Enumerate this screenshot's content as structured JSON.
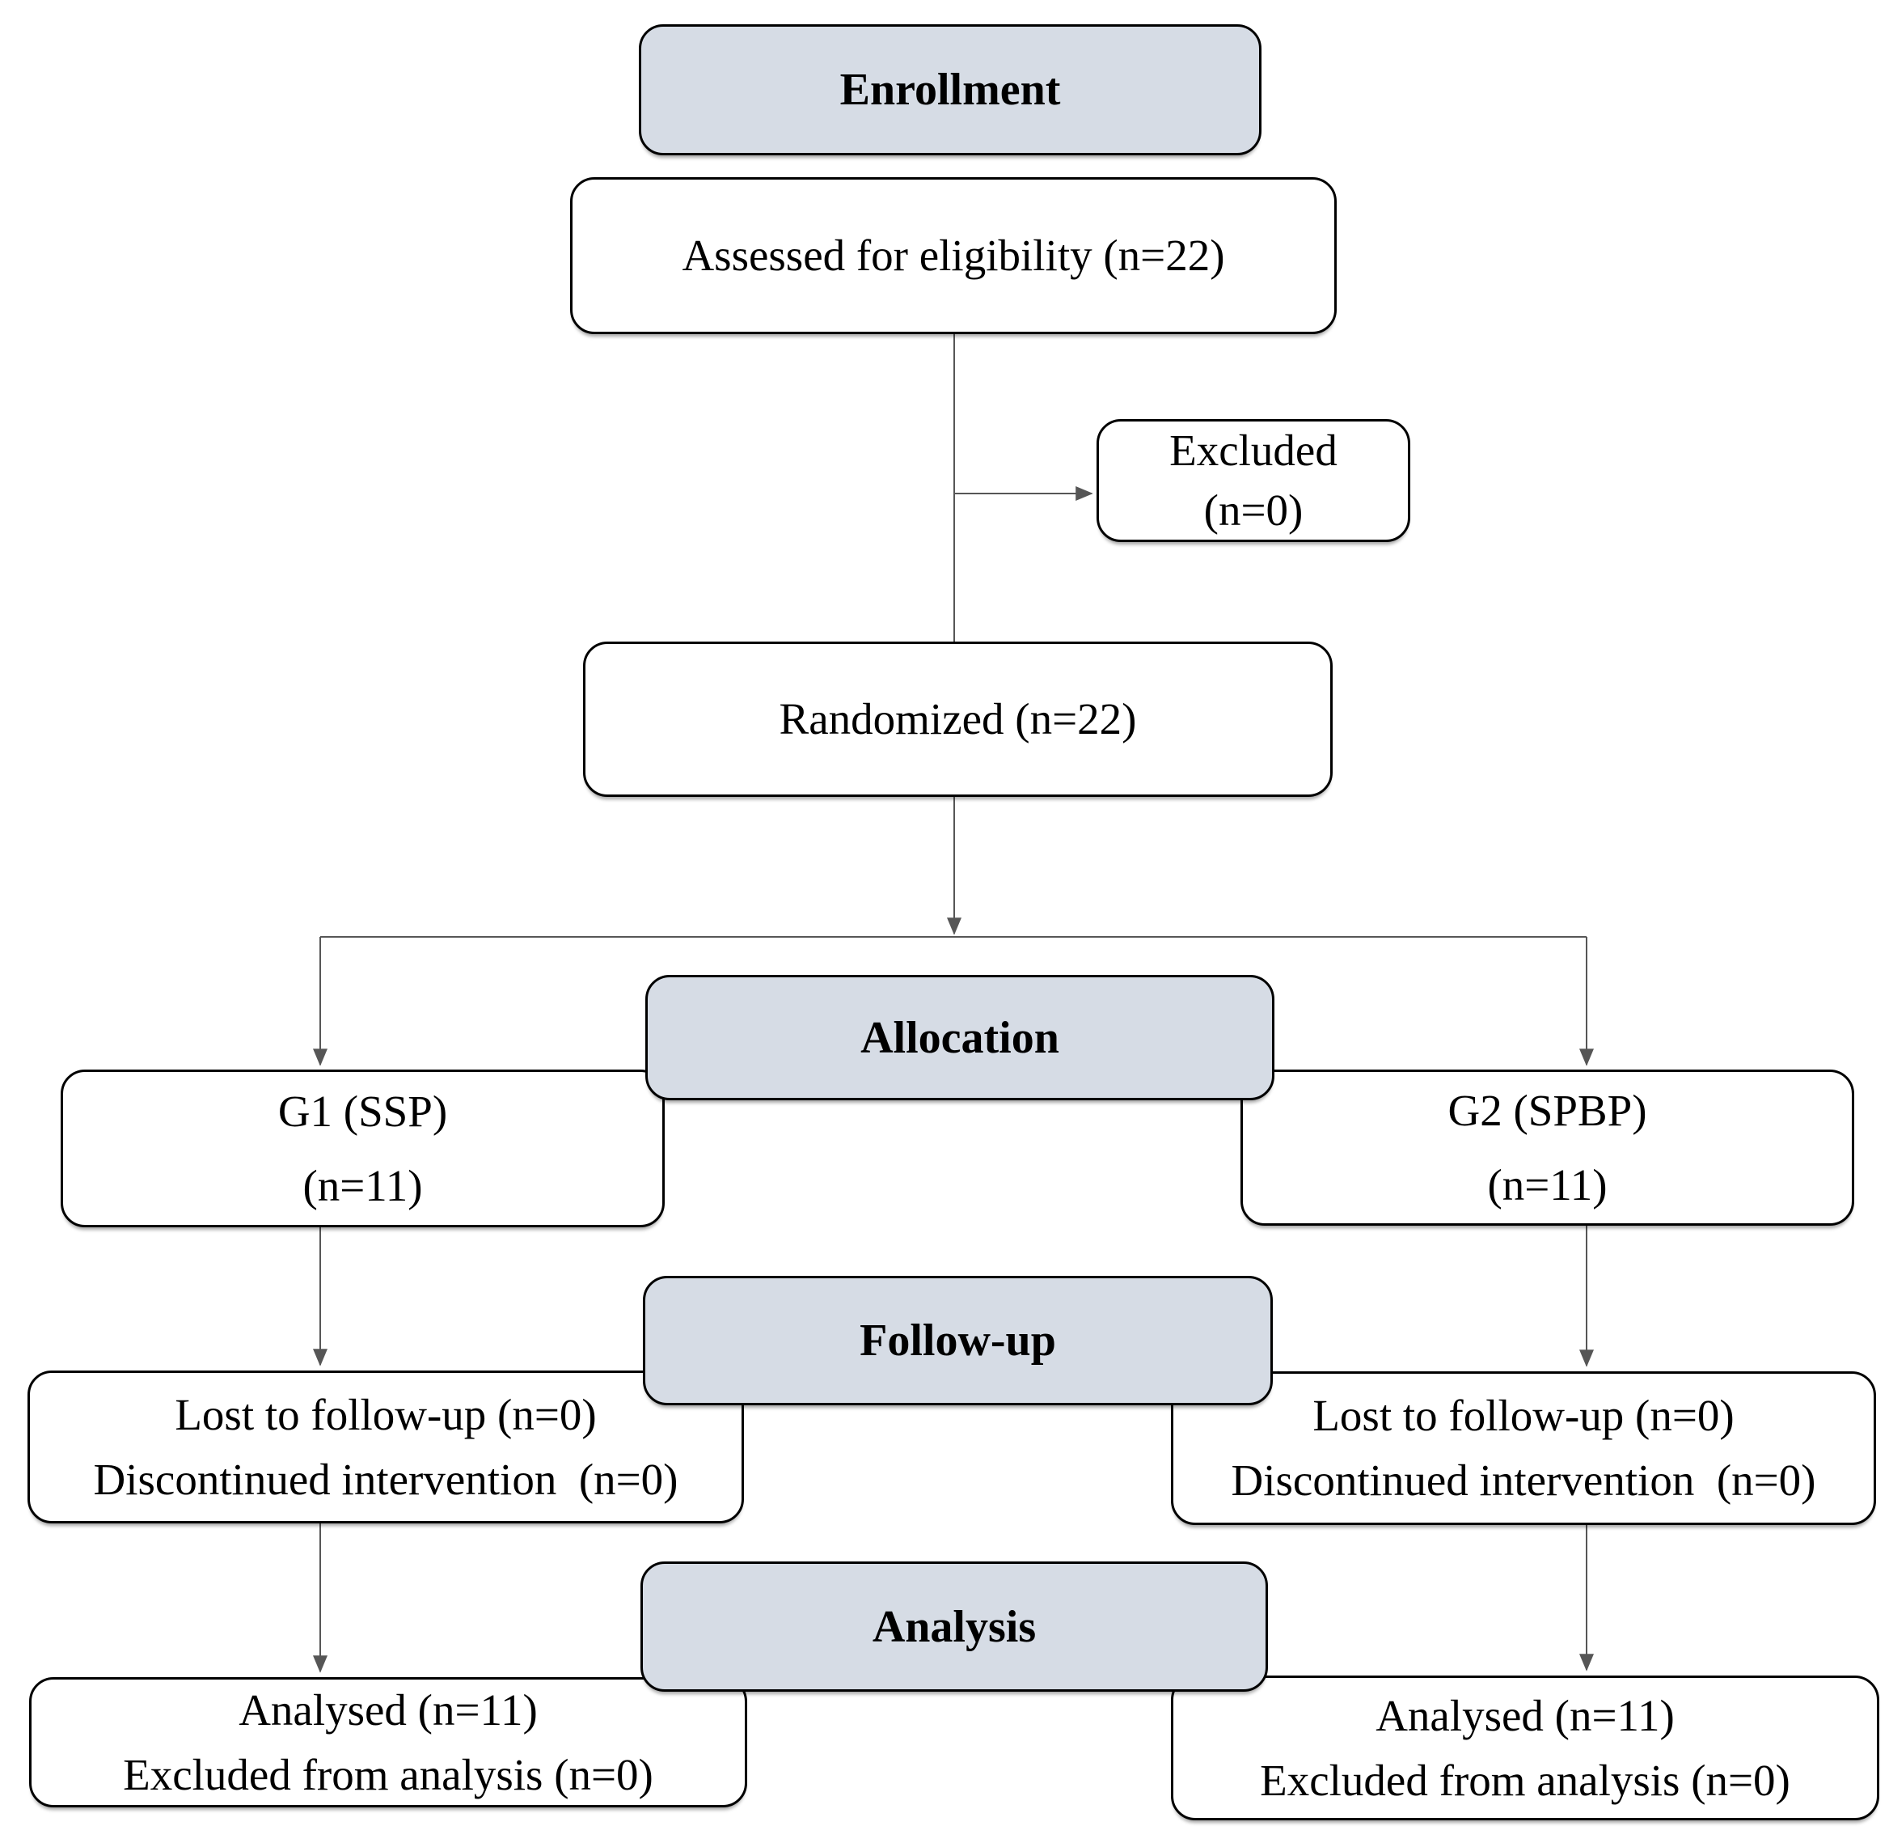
{
  "figure_type": "CONSORT flow diagram",
  "colors": {
    "header_fill": "#d6dce5",
    "box_fill": "#ffffff",
    "box_border": "#000000",
    "connector": "#565656",
    "text": "#000000"
  },
  "headers": {
    "enrollment": "Enrollment",
    "allocation": "Allocation",
    "followup": "Follow-up",
    "analysis": "Analysis"
  },
  "nodes": {
    "assessed": {
      "line1": "Assessed for eligibility (n=22)"
    },
    "excluded": {
      "line1": "Excluded",
      "line2": "(n=0)"
    },
    "randomized": {
      "line1": "Randomized (n=22)"
    },
    "group1": {
      "line1": "G1 (SSP)",
      "line2": "(n=11)"
    },
    "group2": {
      "line1": "G2 (SPBP)",
      "line2": "(n=11)"
    },
    "followup_left": {
      "line1": "Lost to follow-up (n=0)",
      "line2": "Discontinued intervention  (n=0)"
    },
    "followup_right": {
      "line1": "Lost to follow-up (n=0)",
      "line2": "Discontinued intervention  (n=0)"
    },
    "analysis_left": {
      "line1": "Analysed (n=11)",
      "line2": "Excluded from analysis (n=0)"
    },
    "analysis_right": {
      "line1": "Analysed (n=11)",
      "line2": "Excluded from analysis (n=0)"
    }
  }
}
